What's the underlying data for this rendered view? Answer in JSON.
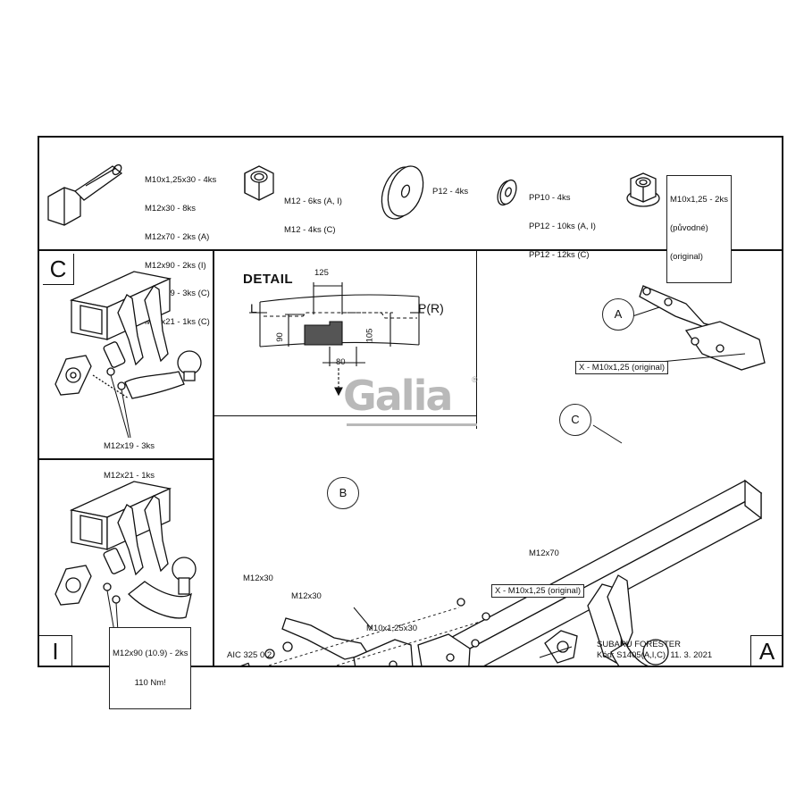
{
  "parts": {
    "bolts": {
      "lines": [
        "M10x1,25x30 - 4ks",
        "M12x30 - 8ks",
        "M12x70 - 2ks (A)",
        "M12x90 - 2ks (I)",
        "M12x19 - 3ks (C)",
        "M12x21 - 1ks (C)"
      ]
    },
    "nuts": {
      "lines": [
        "M12 - 6ks (A, I)",
        "M12 - 4ks (C)"
      ]
    },
    "washer_large": {
      "text": "P12 - 4ks"
    },
    "washer_small": {
      "lines": [
        "PP10 - 4ks",
        "PP12 - 10ks (A, I)",
        "PP12 - 12ks (C)"
      ]
    },
    "flange_nut": {
      "lines": [
        "M10x1,25 - 2ks",
        "(původné)",
        "(original)"
      ]
    }
  },
  "panel_c": {
    "letter": "C",
    "label_lines": [
      "M12x19 - 3ks",
      "M12x21 - 1ks"
    ]
  },
  "panel_i": {
    "letter": "I",
    "label_lines": [
      "M12x90 (10.9) - 2ks",
      "110 Nm!"
    ]
  },
  "detail": {
    "title": "DETAIL",
    "dim_125": "125",
    "dim_90": "90",
    "dim_105": "105",
    "dim_80": "80",
    "left_mark": "L",
    "right_mark": "P(R)"
  },
  "logo": {
    "text": "Galia",
    "reg": "®"
  },
  "main": {
    "callout_a": "A",
    "callout_b": "B",
    "callout_c": "C",
    "label_x_top": "X - M10x1,25 (original)",
    "label_x_bottom": "X - M10x1,25 (original)",
    "label_m12x70": "M12x70",
    "label_m12x30_a": "M12x30",
    "label_m12x30_b": "M12x30",
    "label_m10": "M10x1,25x30"
  },
  "footer": {
    "drawing_no": "AIC 325 0 2",
    "vehicle": "SUBARU FORESTER",
    "code": "Kód: S1405(A,I,C)  11. 3. 2021",
    "version_letter": "A"
  }
}
